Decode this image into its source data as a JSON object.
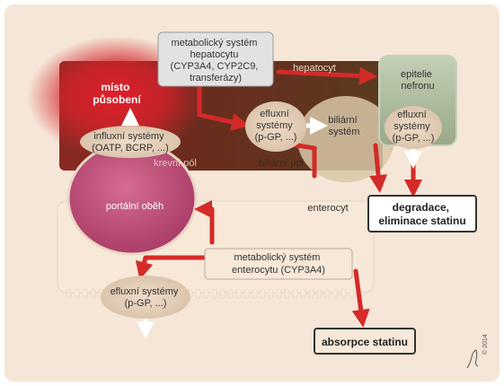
{
  "labels": {
    "site_of_action": [
      "místo",
      "působení"
    ],
    "influx_systems": [
      "influxní systémy",
      "(OATP, BCRP, ...)"
    ],
    "blood_pole": "krevní pól",
    "biliary_pole": "biliární pól",
    "hepatocyte": "hepatocyt",
    "metabolic_hepatocyte": [
      "metabolický systém",
      "hepatocytu",
      "(CYP3A4, CYP2C9,",
      "transferázy)"
    ],
    "efflux_hepatocyte": [
      "efluxní",
      "systémy",
      "(p-GP, ...)"
    ],
    "biliary_system": [
      "biliární",
      "systém"
    ],
    "nephron_epithelium": [
      "epitelie",
      "nefronu"
    ],
    "efflux_nephron": [
      "efluxní",
      "systémy",
      "(p-GP, ...)"
    ],
    "portal_circulation": "portální oběh",
    "enterocyte": "enterocyt",
    "metabolic_enterocyte": [
      "metabolický systém",
      "enterocytu (CYP3A4)"
    ],
    "degradation": [
      "degradace,",
      "eliminace statinu"
    ],
    "efflux_enterocyte": [
      "efluxní systémy",
      "(p-GP, ...)"
    ],
    "statin_absorption": "absorpce statinu",
    "copyright": "© 2014"
  },
  "colors": {
    "background": "#f6e9dc",
    "hepatocyte_fill": "#6b2a1c",
    "hepatocyte_glow": "#d6202a",
    "arrow_red": "#d42a28",
    "portal_fill": "#c14d7a",
    "enterocyte_fill": "#f7e7d6",
    "nephron_fill": "#a9b79a",
    "label_box": "#e3e3e3",
    "oval_fill": "#ead7c2"
  }
}
